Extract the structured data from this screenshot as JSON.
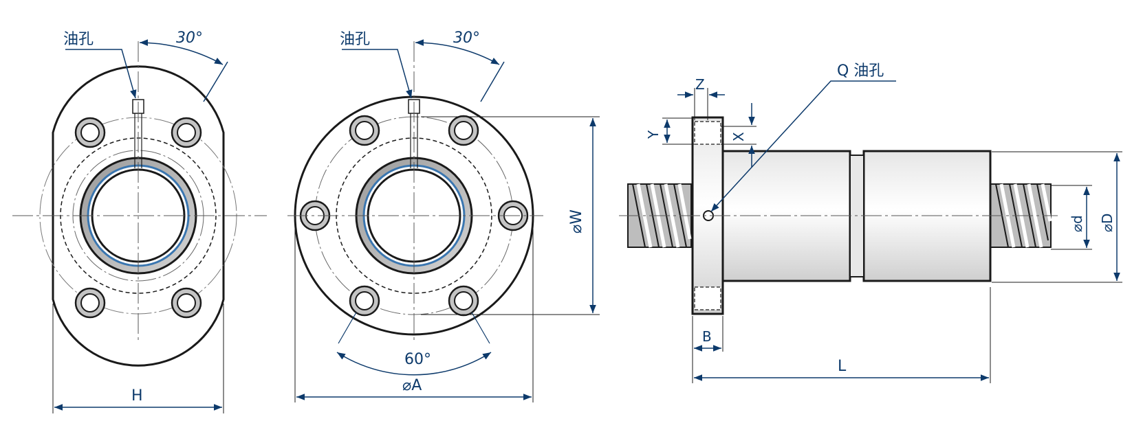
{
  "colors": {
    "dimension": "#0d3a6b",
    "outline": "#1a1a1a",
    "shading": "#bdbdbd",
    "accent_ring": "#3a76b0"
  },
  "view_left": {
    "oil_hole_label": "油孔",
    "angle_label": "30°",
    "width_label": "H"
  },
  "view_middle": {
    "oil_hole_label": "油孔",
    "angle_top_label": "30°",
    "angle_bottom_label": "60°",
    "bolt_circle_label": "⌀W",
    "flange_diameter_label": "⌀A"
  },
  "view_side": {
    "oil_hole_callout": "Q 油孔",
    "dim_z": "Z",
    "dim_y": "Y",
    "dim_x": "X",
    "dim_b": "B",
    "dim_l": "L",
    "dim_d_small": "⌀d",
    "dim_d_large": "⌀D"
  }
}
